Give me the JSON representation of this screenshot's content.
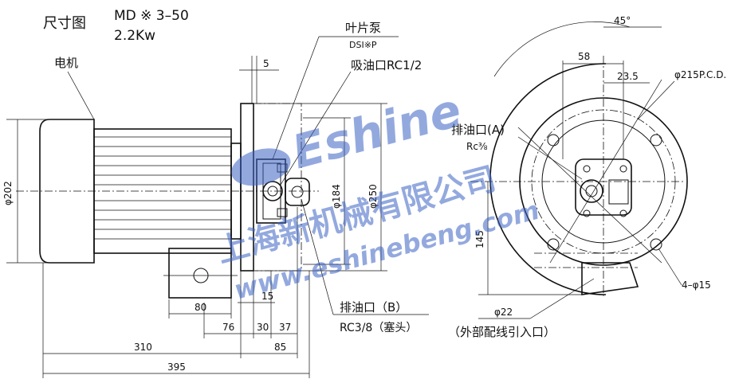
{
  "header": {
    "title": "尺寸图",
    "model": "MD ※ 3–50",
    "power": "2.2Kw"
  },
  "labels": {
    "motor": "电机",
    "vane_pump": "叶片泵",
    "vane_pump_model": "DSI※P",
    "suction_port": "吸油口RC1/2",
    "discharge_a": "排油口(A)",
    "discharge_a_spec": "Rc⅜",
    "discharge_b": "排油口（B）",
    "discharge_b_spec": "RC3/8（塞头）",
    "external_wiring": "（外部配线引入口）"
  },
  "dimensions": {
    "d202": "φ202",
    "d184": "φ184",
    "d250": "φ250",
    "w5": "5",
    "w15": "15",
    "w80": "80",
    "w76": "76",
    "w30": "30",
    "w37": "37",
    "w85": "85",
    "w310": "310",
    "w395": "395",
    "a45": "45°",
    "w58": "58",
    "w23_5": "23.5",
    "pcd215": "φ215P.C.D.",
    "h145": "145",
    "holes": "4–φ15",
    "d22": "φ22"
  },
  "watermark": {
    "brand": "Eshine",
    "company": "上海新机械有限公司",
    "url": "www.eshinebeng.com"
  },
  "colors": {
    "line": "#111111",
    "watermark": "#3b63c4"
  }
}
